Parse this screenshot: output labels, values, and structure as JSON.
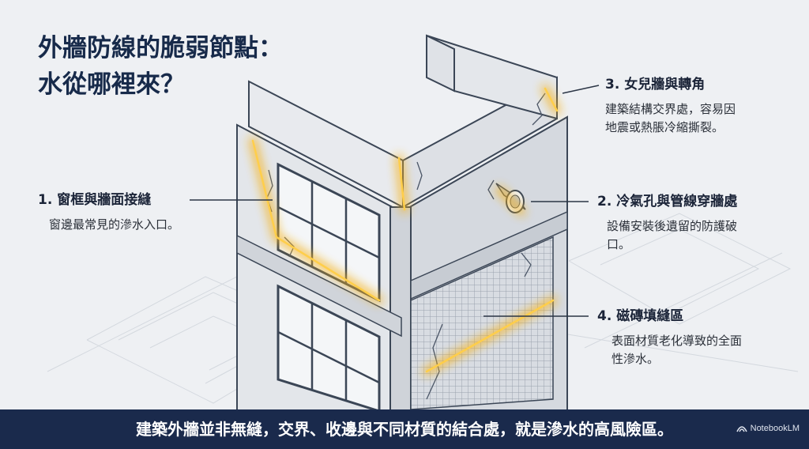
{
  "title": {
    "line1": "外牆防線的脆弱節點：",
    "line2": "水從哪裡來？"
  },
  "callouts": [
    {
      "heading": "1. 窗框與牆面接縫",
      "desc": "窗邊最常見的滲水入口。"
    },
    {
      "heading": "2. 冷氣孔與管線穿牆處",
      "desc_lines": [
        "設備安裝後遺留的防護破",
        "口。"
      ]
    },
    {
      "heading": "3. 女兒牆與轉角",
      "desc_lines": [
        "建築結構交界處，容易因",
        "地震或熱脹冷縮撕裂。"
      ]
    },
    {
      "heading": "4. 磁磚填縫區",
      "desc_lines": [
        "表面材質老化導致的全面",
        "性滲水。"
      ]
    }
  ],
  "footer": {
    "message": "建築外牆並非無縫，交界、收邊與不同材質的結合處，就是滲水的高風險區。",
    "brand": "NotebookLM"
  },
  "colors": {
    "background": "#eef0f3",
    "title": "#172a4a",
    "footer_bg": "#1a2a4c",
    "highlight": "#f5b21c"
  }
}
